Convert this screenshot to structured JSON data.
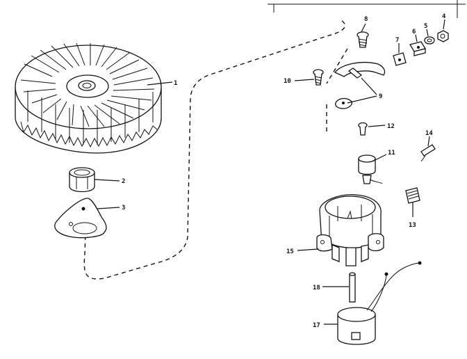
{
  "callouts": {
    "c1": "1",
    "c2": "2",
    "c3": "3",
    "c4": "4",
    "c5": "5",
    "c6": "6",
    "c7": "7",
    "c8": "8",
    "c9": "9",
    "c10": "10",
    "c11": "11",
    "c12": "12",
    "c13": "13",
    "c14": "14",
    "c15": "15",
    "c17": "17",
    "c18": "18"
  }
}
